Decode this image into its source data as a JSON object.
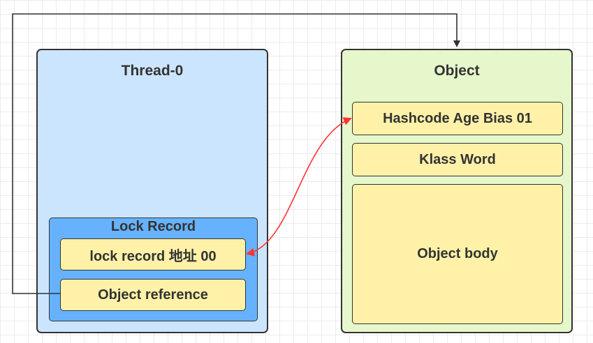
{
  "thread": {
    "title": "Thread-0",
    "lock_record": {
      "title": "Lock Record",
      "address_field": "lock  record 地址 00",
      "object_reference": "Object reference"
    }
  },
  "object": {
    "title": "Object",
    "mark_word": "Hashcode Age Bias 01",
    "klass_word": "Klass Word",
    "body": "Object body"
  },
  "colors": {
    "thread_fill": "#cce5ff",
    "lock_record_fill": "#66b2ff",
    "object_fill": "#e6f7cc",
    "field_fill": "#fff2a8",
    "arrow_red": "#ff3333",
    "line_dark": "#333333"
  }
}
